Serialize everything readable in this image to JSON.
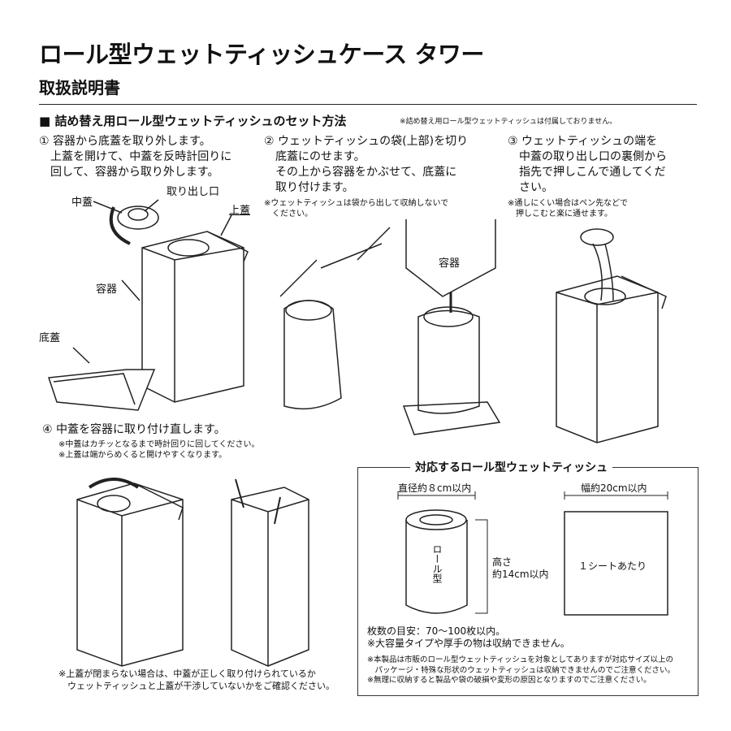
{
  "title": "ロール型ウェットティッシュケース タワー",
  "subtitle": "取扱説明書",
  "section": {
    "heading": "■ 詰め替え用ロール型ウェットティッシュのセット方法",
    "note": "※詰め替え用ロール型ウェットティッシュは付属しておりません。"
  },
  "steps": [
    {
      "lines": [
        "① 容器から底蓋を取り外します。",
        "　上蓋を開けて、中蓋を反時計回りに",
        "　回して、容器から取り外します。"
      ],
      "labels": {
        "naka": "中蓋",
        "toridashi": "取り出し口",
        "uwa": "上蓋",
        "youki": "容器",
        "soko": "底蓋"
      }
    },
    {
      "lines": [
        "② ウェットティッシュの袋(上部)を切り",
        "　底蓋にのせます。",
        "　その上から容器をかぶせて、底蓋に",
        "　取り付けます。"
      ],
      "notes": [
        "※ウェットティッシュは袋から出して収納しないで",
        "　ください。"
      ],
      "labels": {
        "youki": "容器"
      }
    },
    {
      "lines": [
        "③ ウェットティッシュの端を",
        "　中蓋の取り出し口の裏側から",
        "　指先で押しこんで通してくだ",
        "　さい。"
      ],
      "notes": [
        "※通しにくい場合はペン先などで",
        "　押しこむと楽に通せます。"
      ]
    },
    {
      "lines": [
        "④ 中蓋を容器に取り付け直します。"
      ],
      "notes": [
        "※中蓋はカチッとなるまで時計回りに回してください。",
        "※上蓋は端からめくると開けやすくなります。"
      ],
      "bottom_notes": [
        "※上蓋が閉まらない場合は、中蓋が正しく取り付けられているか",
        "　ウェットティッシュと上蓋が干渉していないかをご確認ください。"
      ]
    }
  ],
  "compatible": {
    "title": "対応するロール型ウェットティッシュ",
    "diameter": "直径約８cm以内",
    "width": "幅約20cm以内",
    "height_label": "高さ",
    "height_value": "約14cm以内",
    "roll_label": "ロール型",
    "sheet_label": "１シートあたり",
    "count": "枚数の目安：70～100枚以内。",
    "count_note": "※大容量タイプや厚手の物は収納できません。",
    "notes": [
      "※本製品は市販のロール型ウェットティッシュを対象としてありますが対応サイズ以上の",
      "　パッケージ・特殊な形状のウェットティッシュは収納できませんのでご注意ください。",
      "※無理に収納すると製品や袋の破損や変形の原因となりますのでご注意ください。"
    ]
  }
}
